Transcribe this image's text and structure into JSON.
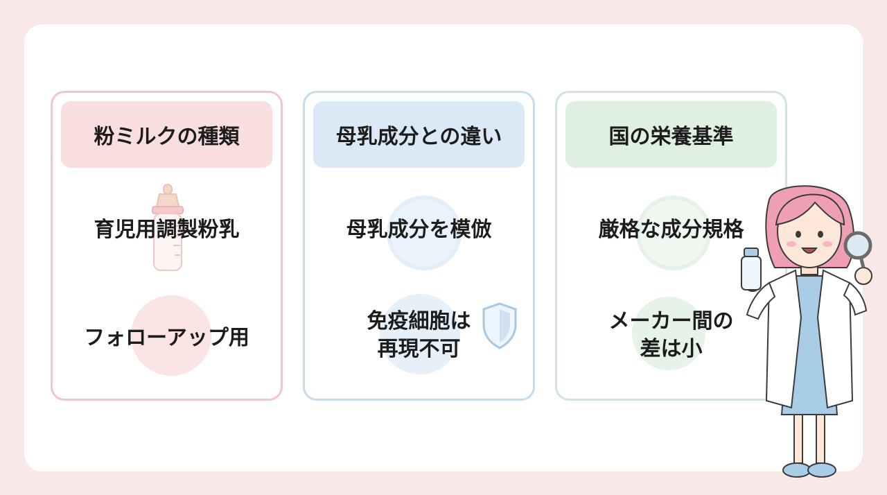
{
  "cards": [
    {
      "title": "粉ミルクの種類",
      "items": [
        {
          "lines": [
            "育児用調製粉乳"
          ]
        },
        {
          "lines": [
            "フォローアップ用"
          ]
        }
      ]
    },
    {
      "title": "母乳成分との違い",
      "items": [
        {
          "lines": [
            "母乳成分を模倣"
          ]
        },
        {
          "lines": [
            "免疫細胞は",
            "再現不可"
          ]
        }
      ]
    },
    {
      "title": "国の栄養基準",
      "items": [
        {
          "lines": [
            "厳格な成分規格"
          ]
        },
        {
          "lines": [
            "メーカー間の",
            "差は小"
          ]
        }
      ]
    }
  ],
  "colors": {
    "background": "#f9e8e8",
    "pink": "#f0c7c7",
    "blue": "#c5dced",
    "green": "#cfe6d3"
  },
  "icons": [
    "baby-bottle-icon",
    "shield-icon",
    "doctor-illustration"
  ]
}
